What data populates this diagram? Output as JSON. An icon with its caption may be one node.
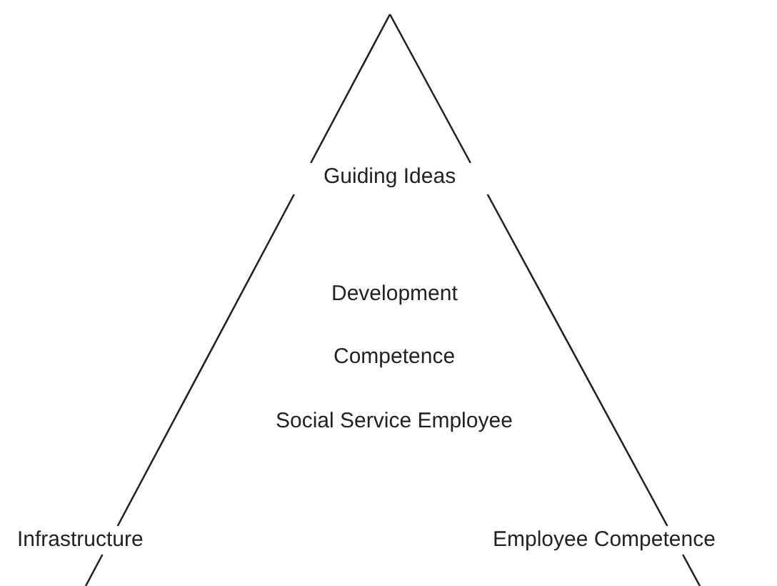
{
  "diagram": {
    "nodes": [
      {
        "text": [
          "Guiding Ideas"
        ]
      },
      {
        "text": [
          "Infrastructure"
        ]
      },
      {
        "text": [
          "Employee Competence"
        ]
      }
    ],
    "edges": [
      {
        "from": 0,
        "to": 1,
        "arrow": "none"
      },
      {
        "from": 0,
        "to": 2,
        "arrow": "none"
      }
    ],
    "labels": [
      "Development",
      "Competence",
      "Social Service Employee"
    ]
  }
}
